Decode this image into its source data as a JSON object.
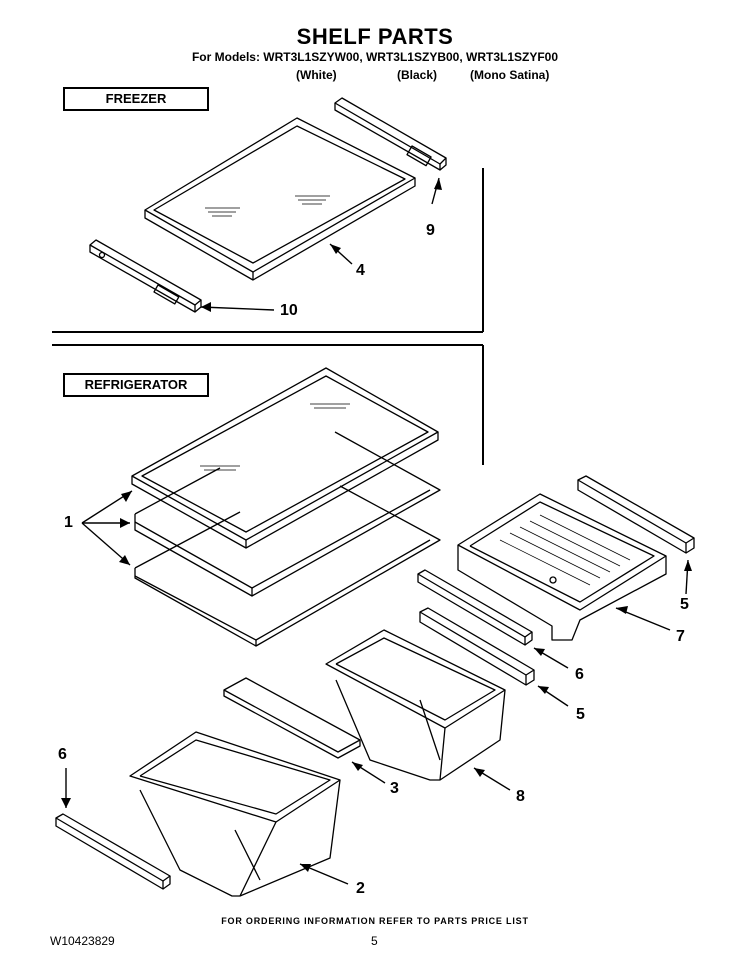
{
  "header": {
    "title": "SHELF PARTS",
    "models": "For Models: WRT3L1SZYW00, WRT3L1SZYB00, WRT3L1SZYF00",
    "variants": [
      "(White)",
      "(Black)",
      "(Mono Satina)"
    ]
  },
  "sections": {
    "freezer": "FREEZER",
    "refrigerator": "REFRIGERATOR"
  },
  "callouts": {
    "c9": "9",
    "c4": "4",
    "c10": "10",
    "c1": "1",
    "c5a": "5",
    "c7": "7",
    "c6a": "6",
    "c5b": "5",
    "c6b": "6",
    "c3": "3",
    "c8": "8",
    "c2": "2"
  },
  "footer": {
    "note": "FOR ORDERING INFORMATION REFER TO PARTS PRICE LIST",
    "doc_number": "W10423829",
    "page": "5"
  }
}
